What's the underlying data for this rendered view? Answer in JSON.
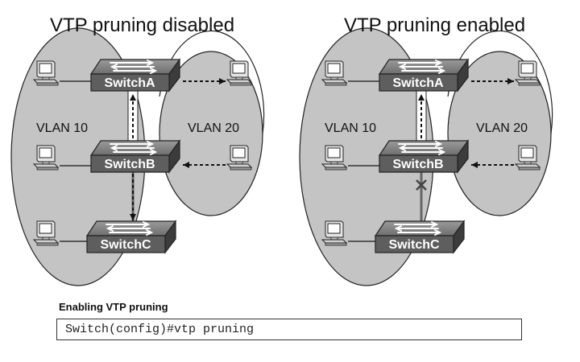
{
  "diagrams": [
    {
      "title": "VTP pruning disabled",
      "vlan_left_label": "VLAN 10",
      "vlan_right_label": "VLAN 20",
      "switches": [
        "SwitchA",
        "SwitchB",
        "SwitchC"
      ],
      "trunk_blocked": false
    },
    {
      "title": "VTP pruning enabled",
      "vlan_left_label": "VLAN 10",
      "vlan_right_label": "VLAN 20",
      "switches": [
        "SwitchA",
        "SwitchB",
        "SwitchC"
      ],
      "trunk_blocked": true
    }
  ],
  "command": {
    "caption": "Enabling VTP pruning",
    "text": "Switch(config)#vtp pruning"
  }
}
